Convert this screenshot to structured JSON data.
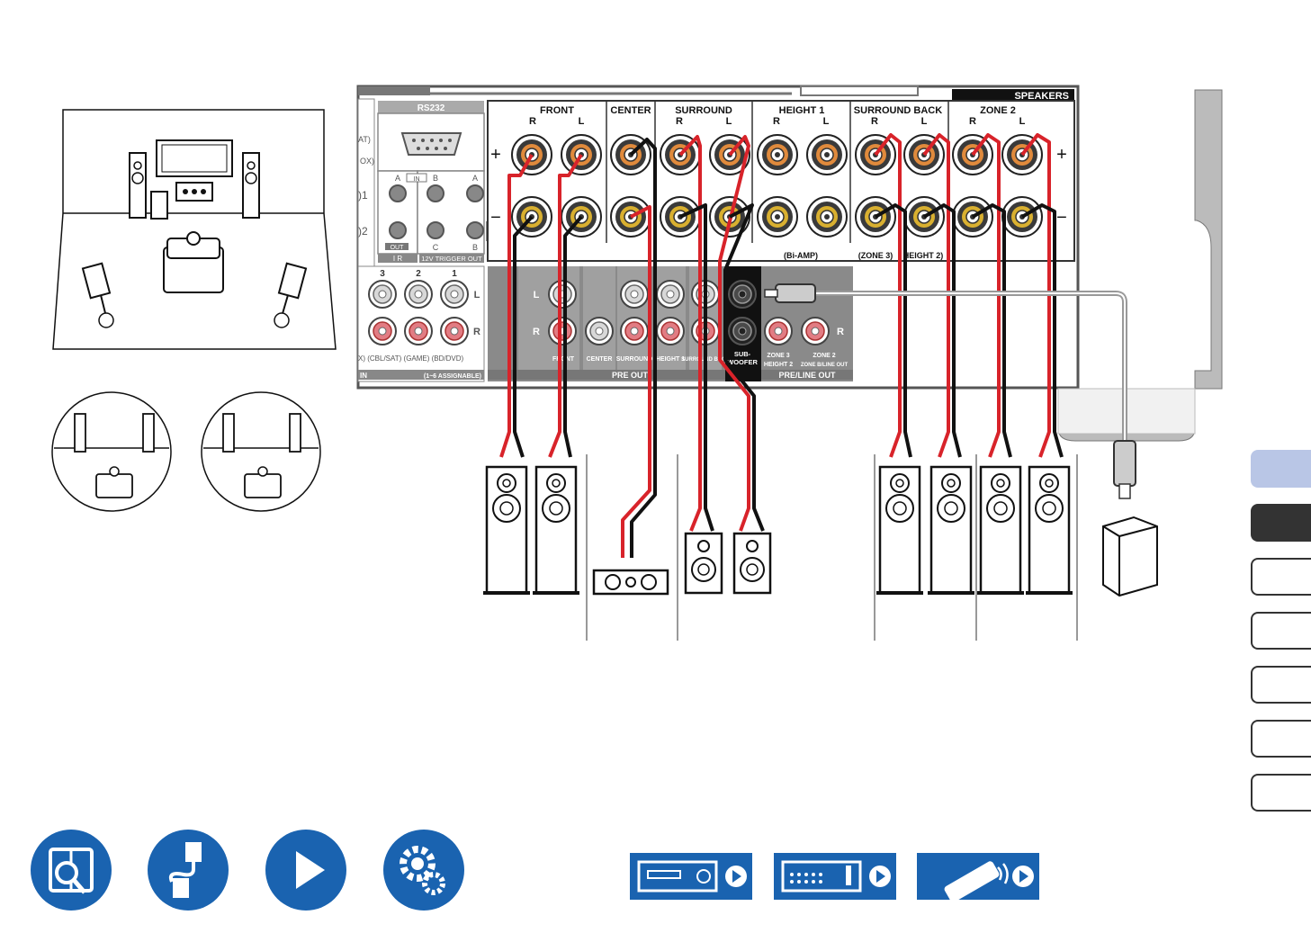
{
  "page": {
    "number": ""
  },
  "panel": {
    "section_speakers": "SPEAKERS",
    "rs232": "RS232",
    "groups": [
      {
        "name": "FRONT",
        "r": "R",
        "l": "L"
      },
      {
        "name": "CENTER"
      },
      {
        "name": "SURROUND",
        "r": "R",
        "l": "L"
      },
      {
        "name": "HEIGHT 1",
        "r": "R",
        "l": "L"
      },
      {
        "name": "SURROUND BACK",
        "r": "R",
        "l": "L"
      },
      {
        "name": "ZONE 2",
        "r": "R",
        "l": "L"
      }
    ],
    "plus": "+",
    "minus": "−",
    "bi_amp": "(Bi-AMP)",
    "zone3": "(ZONE 3)",
    "height2": "HEIGHT 2)",
    "left_labels": {
      "sat": "AT)",
      "box": "OX)",
      "n1": ")1",
      "n2": ")2",
      "in_a": "A",
      "in_label": "IN",
      "in_b": "B",
      "a_right": "A",
      "out": "OUT",
      "ir": "I R",
      "c": "C",
      "b": "B",
      "trigger": "12V TRIGGER OUT",
      "inputs_top": [
        "3",
        "2",
        "1"
      ],
      "l": "L",
      "r": "R",
      "input_names": "X)  (CBL/SAT)  (GAME)  (BD/DVD)",
      "in_bar": "IN",
      "assignable": "(1~6 ASSIGNABLE)"
    },
    "preout": {
      "l": "L",
      "r": "R",
      "front": "FRONT",
      "center": "CENTER",
      "surround": "SURROUND",
      "height1": "HEIGHT 1",
      "surround_back": "SURROUND BACK",
      "subwoofer_1": "SUB-",
      "subwoofer_2": "WOOFER",
      "zone3": "ZONE 3",
      "zone3_sub": "HEIGHT 2",
      "zone2": "ZONE 2",
      "zone2_sub": "ZONE B/LINE OUT",
      "r_right": "R",
      "pre_out_bar": "PRE OUT",
      "pre_line_out_bar": "PRE/LINE OUT"
    }
  },
  "colors": {
    "red_wire": "#d8232a",
    "black_wire": "#111111",
    "blue_nav": "#1a63b0",
    "tab_light": "#b9c6e6",
    "tab_dark": "#333333"
  },
  "nav": {
    "circles": [
      "book-search-icon",
      "cable-icon",
      "play-icon",
      "gear-icon"
    ],
    "rects": [
      "receiver-front-icon",
      "receiver-rear-icon",
      "remote-control-icon"
    ]
  }
}
